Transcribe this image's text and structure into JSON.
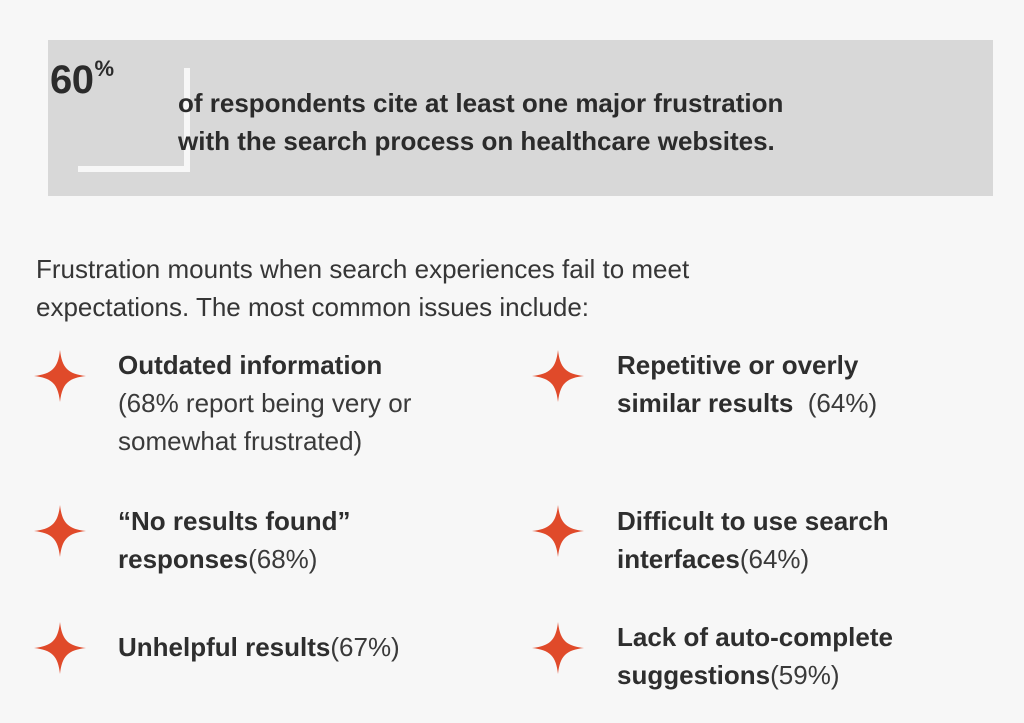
{
  "callout": {
    "stat_number": "60",
    "stat_symbol": "%",
    "text": "of respondents cite at least one major frustration\nwith the search process on healthcare websites."
  },
  "intro": "Frustration mounts when search experiences fail to meet\nexpectations. The most common issues include:",
  "accent_color": "#e04a2a",
  "issues": [
    {
      "bold": "Outdated information",
      "light": "(68% report being very or\nsomewhat frustrated)"
    },
    {
      "bold": "Repetitive or overly\nsimilar results",
      "light": "(64%)"
    },
    {
      "bold": "“No results found”\nresponses",
      "light": "(68%)"
    },
    {
      "bold": "Difficult to use search\ninterfaces",
      "light": "(64%)"
    },
    {
      "bold": "Unhelpful results",
      "light": "(67%)"
    },
    {
      "bold": "Lack of auto-complete\nsuggestions",
      "light": "(59%)"
    }
  ]
}
